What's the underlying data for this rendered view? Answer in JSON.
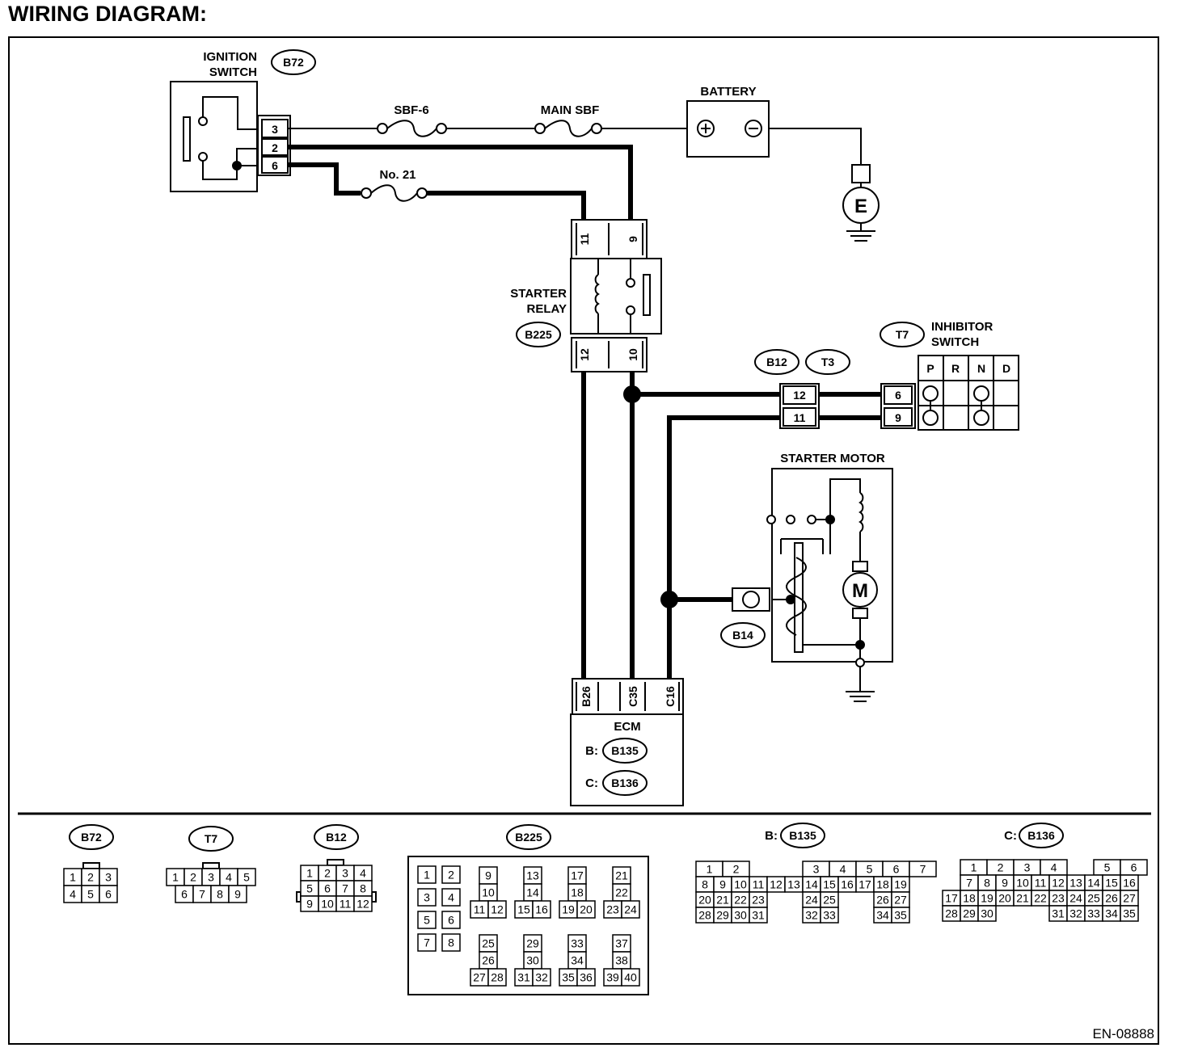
{
  "title": "WIRING DIAGRAM:",
  "doc_code": "EN-08888",
  "colors": {
    "ink": "#000000",
    "paper": "#ffffff"
  },
  "components": {
    "ignition_switch": {
      "label_line1": "IGNITION",
      "label_line2": "SWITCH",
      "connector": "B72",
      "pins": [
        "3",
        "2",
        "6"
      ]
    },
    "fuse_sbf6": "SBF-6",
    "fuse_main_sbf": "MAIN SBF",
    "fuse_no21": "No. 21",
    "battery": {
      "label": "BATTERY",
      "plus": "+",
      "minus": "−"
    },
    "ground_e": "E",
    "starter_relay": {
      "label_line1": "STARTER",
      "label_line2": "RELAY",
      "connector": "B225",
      "top_pins": [
        "11",
        "9"
      ],
      "bottom_pins": [
        "12",
        "10"
      ]
    },
    "junction": {
      "connectors": [
        "B12",
        "T3"
      ],
      "pins": [
        "12",
        "11"
      ]
    },
    "inhibitor_switch": {
      "label_line1": "INHIBITOR",
      "label_line2": "SWITCH",
      "connector": "T7",
      "pins": [
        "6",
        "9"
      ],
      "positions": [
        "P",
        "R",
        "N",
        "D"
      ]
    },
    "starter_motor": {
      "label": "STARTER MOTOR",
      "motor": "M",
      "connector": "B14"
    },
    "ecm": {
      "label": "ECM",
      "pins": [
        "B26",
        "C35",
        "C16"
      ],
      "conn_b_prefix": "B:",
      "conn_b": "B135",
      "conn_c_prefix": "C:",
      "conn_c": "B136"
    }
  },
  "connector_views": {
    "b72": {
      "name": "B72",
      "rows": [
        [
          "1",
          "2",
          "3"
        ],
        [
          "4",
          "5",
          "6"
        ]
      ]
    },
    "t7": {
      "name": "T7",
      "rows": [
        [
          "1",
          "2",
          "3",
          "4",
          "5"
        ],
        [
          "6",
          "7",
          "8",
          "9"
        ]
      ]
    },
    "b12": {
      "name": "B12",
      "rows": [
        [
          "1",
          "2",
          "3",
          "4"
        ],
        [
          "5",
          "6",
          "7",
          "8"
        ],
        [
          "9",
          "10",
          "11",
          "12"
        ]
      ]
    },
    "b225": {
      "name": "B225",
      "left_pairs": [
        [
          "1",
          "2"
        ],
        [
          "3",
          "4"
        ],
        [
          "5",
          "6"
        ],
        [
          "7",
          "8"
        ]
      ],
      "groups": [
        [
          "9",
          "10",
          "11",
          "12"
        ],
        [
          "13",
          "14",
          "15",
          "16"
        ],
        [
          "17",
          "18",
          "19",
          "20"
        ],
        [
          "21",
          "22",
          "23",
          "24"
        ],
        [
          "25",
          "26",
          "27",
          "28"
        ],
        [
          "29",
          "30",
          "31",
          "32"
        ],
        [
          "33",
          "34",
          "35",
          "36"
        ],
        [
          "37",
          "38",
          "39",
          "40"
        ]
      ]
    },
    "b135": {
      "prefix": "B:",
      "name": "B135",
      "rows": [
        [
          "1",
          "2",
          "",
          "",
          "3",
          "4",
          "5",
          "6",
          "7"
        ],
        [
          "8",
          "9",
          "10",
          "11",
          "12",
          "13",
          "14",
          "15",
          "16",
          "17",
          "18",
          "19"
        ],
        [
          "20",
          "21",
          "22",
          "23",
          "",
          "",
          "24",
          "25",
          "",
          "",
          "26",
          "27"
        ],
        [
          "28",
          "29",
          "30",
          "31",
          "",
          "",
          "32",
          "33",
          "",
          "",
          "34",
          "35"
        ]
      ]
    },
    "b136": {
      "prefix": "C:",
      "name": "B136",
      "rows": [
        [
          "",
          "1",
          "2",
          "3",
          "4",
          "",
          "5",
          "6"
        ],
        [
          "",
          "7",
          "8",
          "9",
          "10",
          "11",
          "12",
          "13",
          "14",
          "15",
          "16"
        ],
        [
          "17",
          "18",
          "19",
          "20",
          "21",
          "22",
          "23",
          "24",
          "25",
          "26",
          "27"
        ],
        [
          "28",
          "29",
          "30",
          "",
          "",
          "",
          "31",
          "32",
          "33",
          "34",
          "35"
        ]
      ]
    }
  }
}
